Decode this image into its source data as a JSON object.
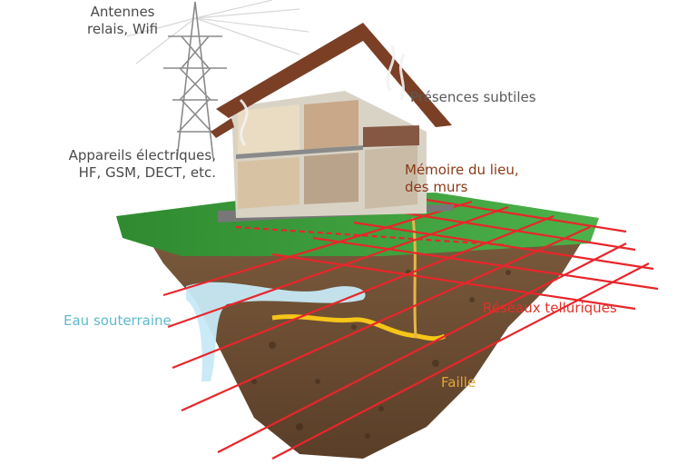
{
  "labels": {
    "antennes_line1": "Antennes",
    "antennes_line2": "relais, Wifi",
    "appareils_line1": "Appareils électriques,",
    "appareils_line2": "HF, GSM, DECT, etc.",
    "presences": "Présences subtiles",
    "memoire_line1": "Mémoire du lieu,",
    "memoire_line2": "des murs",
    "eau": "Eau souterraine",
    "reseaux": "Réseaux telluriques",
    "faille": "Faille"
  },
  "colors": {
    "grid_lines": "#e8262b",
    "water": "#bfe6f2",
    "fault": "#f5c518",
    "soil": "#6b4a31",
    "grass": "#3c9a3a",
    "roof": "#7a3f25",
    "wall": "#d9d3c6"
  },
  "icons": [
    "pylon-icon",
    "house-icon"
  ]
}
